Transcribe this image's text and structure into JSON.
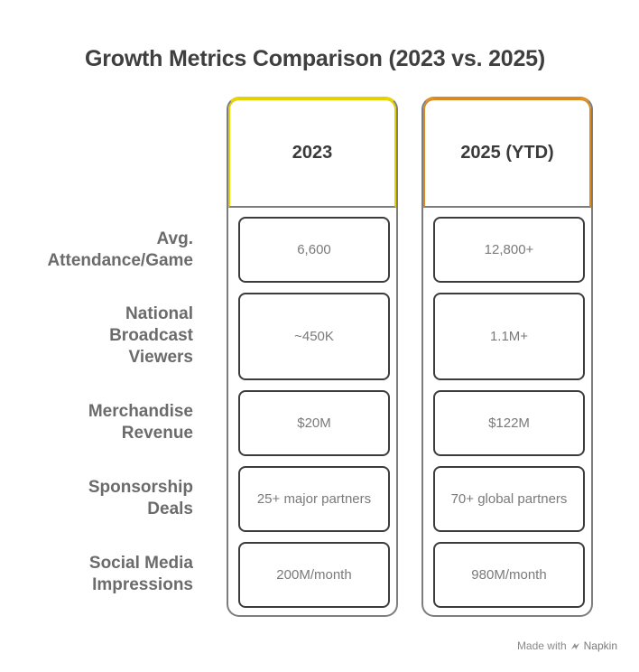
{
  "title": "Growth Metrics Comparison (2023 vs. 2025)",
  "columns": [
    {
      "label": "2023",
      "accent": "#e5d000"
    },
    {
      "label": "2025 (YTD)",
      "accent": "#d98b22"
    }
  ],
  "rows": [
    {
      "label": "Avg.\nAttendance/Game",
      "v2023": "6,600",
      "v2025": "12,800+"
    },
    {
      "label": "National\nBroadcast\nViewers",
      "v2023": "~450K",
      "v2025": "1.1M+"
    },
    {
      "label": "Merchandise\nRevenue",
      "v2023": "$20M",
      "v2025": "$122M"
    },
    {
      "label": "Sponsorship\nDeals",
      "v2023": "25+ major partners",
      "v2025": "70+ global partners"
    },
    {
      "label": "Social Media\nImpressions",
      "v2023": "200M/month",
      "v2025": "980M/month"
    }
  ],
  "footer": {
    "made_with": "Made with",
    "brand": "Napkin"
  }
}
